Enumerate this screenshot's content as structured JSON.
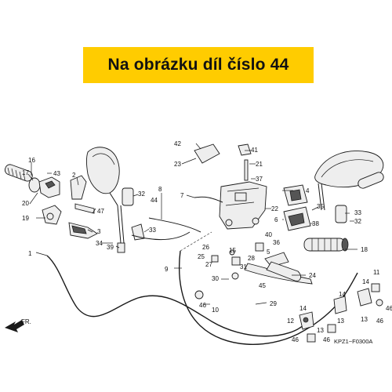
{
  "banner": {
    "text": "Na obrázku díl číslo 44",
    "color": "#ffcc00"
  },
  "diagram_code": "KPZ1−F0300A",
  "front_arrow": "FR.",
  "callouts": [
    "1",
    "2",
    "3",
    "4",
    "5",
    "6",
    "7",
    "8",
    "9",
    "10",
    "11",
    "12",
    "13",
    "14",
    "15",
    "16",
    "17",
    "18",
    "19",
    "20",
    "21",
    "22",
    "23",
    "24",
    "25",
    "26",
    "27",
    "28",
    "29",
    "30",
    "31",
    "32",
    "33",
    "34",
    "35",
    "36",
    "37",
    "38",
    "39",
    "40",
    "41",
    "42",
    "43",
    "44",
    "45",
    "46",
    "47"
  ]
}
